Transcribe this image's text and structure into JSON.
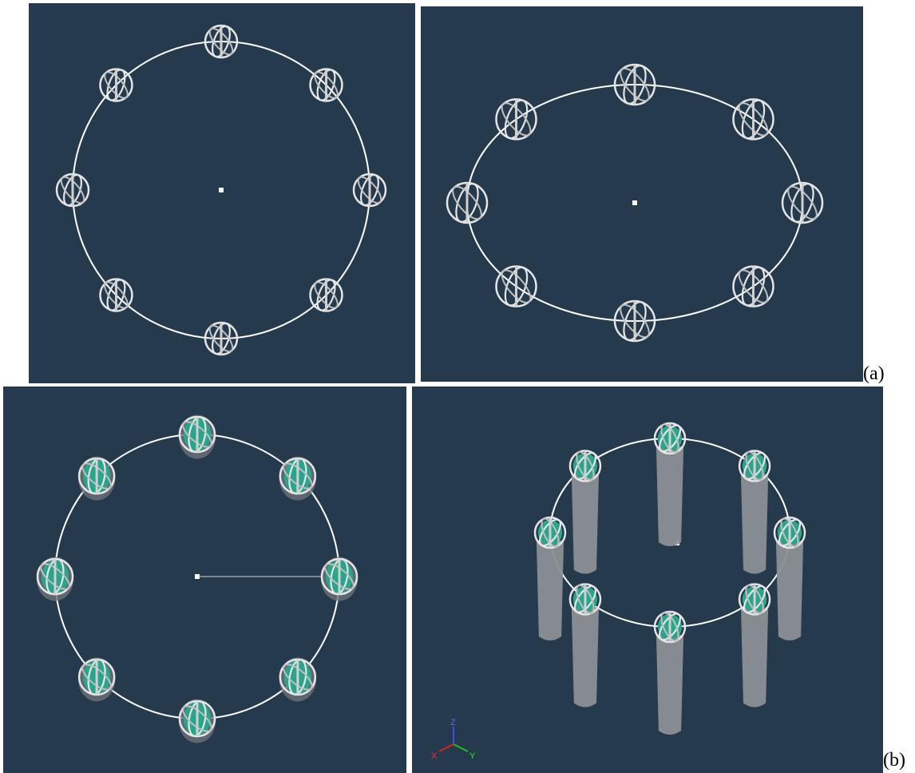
{
  "figure": {
    "label_a": "(a)",
    "label_b": "(b)"
  },
  "axes_triad": {
    "z": "Z",
    "x": "X",
    "y": "Y"
  },
  "colors": {
    "background": "#253a4c",
    "ring": "#ffffff",
    "cage": "#e6e6e6",
    "head": "#2aa58c",
    "body": "#8a8f94",
    "axis_x": "#e02020",
    "axis_y": "#20c020",
    "axis_z": "#3050e0"
  },
  "panels": [
    {
      "id": "a-left",
      "view": "top",
      "marker_count": 8,
      "style": "cage"
    },
    {
      "id": "a-right",
      "view": "oblique",
      "marker_count": 8,
      "style": "cage"
    },
    {
      "id": "b-left",
      "view": "top",
      "marker_count": 8,
      "style": "head"
    },
    {
      "id": "b-right",
      "view": "perspective",
      "marker_count": 8,
      "style": "body"
    }
  ]
}
